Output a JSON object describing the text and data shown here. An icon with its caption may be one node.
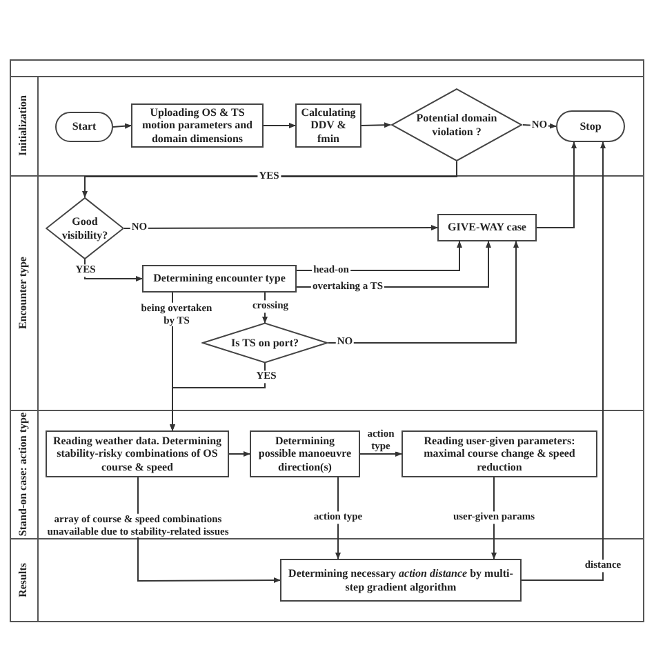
{
  "diagram": {
    "nodes": [
      {
        "text": [
          "Initialization"
        ]
      },
      {
        "text": [
          "Encounter type"
        ]
      },
      {
        "text": [
          "Stand-on case: action type"
        ]
      },
      {
        "text": [
          "Results"
        ]
      },
      {
        "text": [
          "Start"
        ],
        "in": 0
      },
      {
        "text": [
          "Uploading OS & TS motion parameters and domain dimensions"
        ],
        "in": 0
      },
      {
        "text": [
          "Calculating DDV & fmin"
        ],
        "in": 0
      },
      {
        "text": [
          "Potential domain violation ?"
        ],
        "in": 0
      },
      {
        "text": [
          "Stop"
        ],
        "in": 0
      },
      {
        "text": [
          "Good visibility?"
        ],
        "in": 1
      },
      {
        "text": [
          "GIVE-WAY case"
        ],
        "in": 1
      },
      {
        "text": [
          "Determining encounter type"
        ],
        "in": 1
      },
      {
        "text": [
          "Is TS on port?"
        ],
        "in": 1
      },
      {
        "text": [
          "Reading weather data. Determining stability-risky combinations of OS course & speed"
        ],
        "in": 2
      },
      {
        "text": [
          "Determining possible manoeuvre direction(s)"
        ],
        "in": 2
      },
      {
        "text": [
          "Reading user-given parameters: maximal course change & speed reduction"
        ],
        "in": 2
      },
      {
        "text": [
          "Determining necessary *action distance* by multi-step gradient algorithm"
        ],
        "in": 3
      }
    ],
    "edges": [
      {
        "from": 4,
        "to": 5,
        "arrow": "to"
      },
      {
        "from": 5,
        "to": 6,
        "arrow": "to"
      },
      {
        "from": 6,
        "to": 7,
        "arrow": "to"
      },
      {
        "from": 7,
        "to": 8,
        "arrow": "to",
        "label": "NO"
      },
      {
        "from": 7,
        "to": 9,
        "arrow": "to",
        "label": "YES"
      },
      {
        "from": 9,
        "to": 10,
        "arrow": "to",
        "label": "NO"
      },
      {
        "from": 9,
        "to": 11,
        "arrow": "to",
        "label": "YES"
      },
      {
        "from": 11,
        "to": 10,
        "arrow": "to",
        "label": "head-on"
      },
      {
        "from": 11,
        "to": 10,
        "arrow": "to",
        "label": "overtaking a TS"
      },
      {
        "from": 11,
        "to": 13,
        "arrow": "to",
        "label": "being overtaken by TS"
      },
      {
        "from": 11,
        "to": 12,
        "arrow": "to",
        "label": "crossing"
      },
      {
        "from": 12,
        "to": 10,
        "arrow": "to",
        "label": "NO"
      },
      {
        "from": 12,
        "to": 13,
        "arrow": "to",
        "label": "YES"
      },
      {
        "from": 13,
        "to": 14,
        "arrow": "to"
      },
      {
        "from": 14,
        "to": 15,
        "arrow": "to",
        "label": "action type"
      },
      {
        "from": 13,
        "to": 16,
        "arrow": "to",
        "label": "array of course & speed combinations unavailable due to stability-related issues"
      },
      {
        "from": 14,
        "to": 16,
        "arrow": "to",
        "label": "action type"
      },
      {
        "from": 15,
        "to": 16,
        "arrow": "to",
        "label": "user-given params"
      },
      {
        "from": 16,
        "to": 8,
        "arrow": "to",
        "label": "distance"
      },
      {
        "from": 10,
        "to": 8,
        "arrow": "to"
      }
    ]
  }
}
